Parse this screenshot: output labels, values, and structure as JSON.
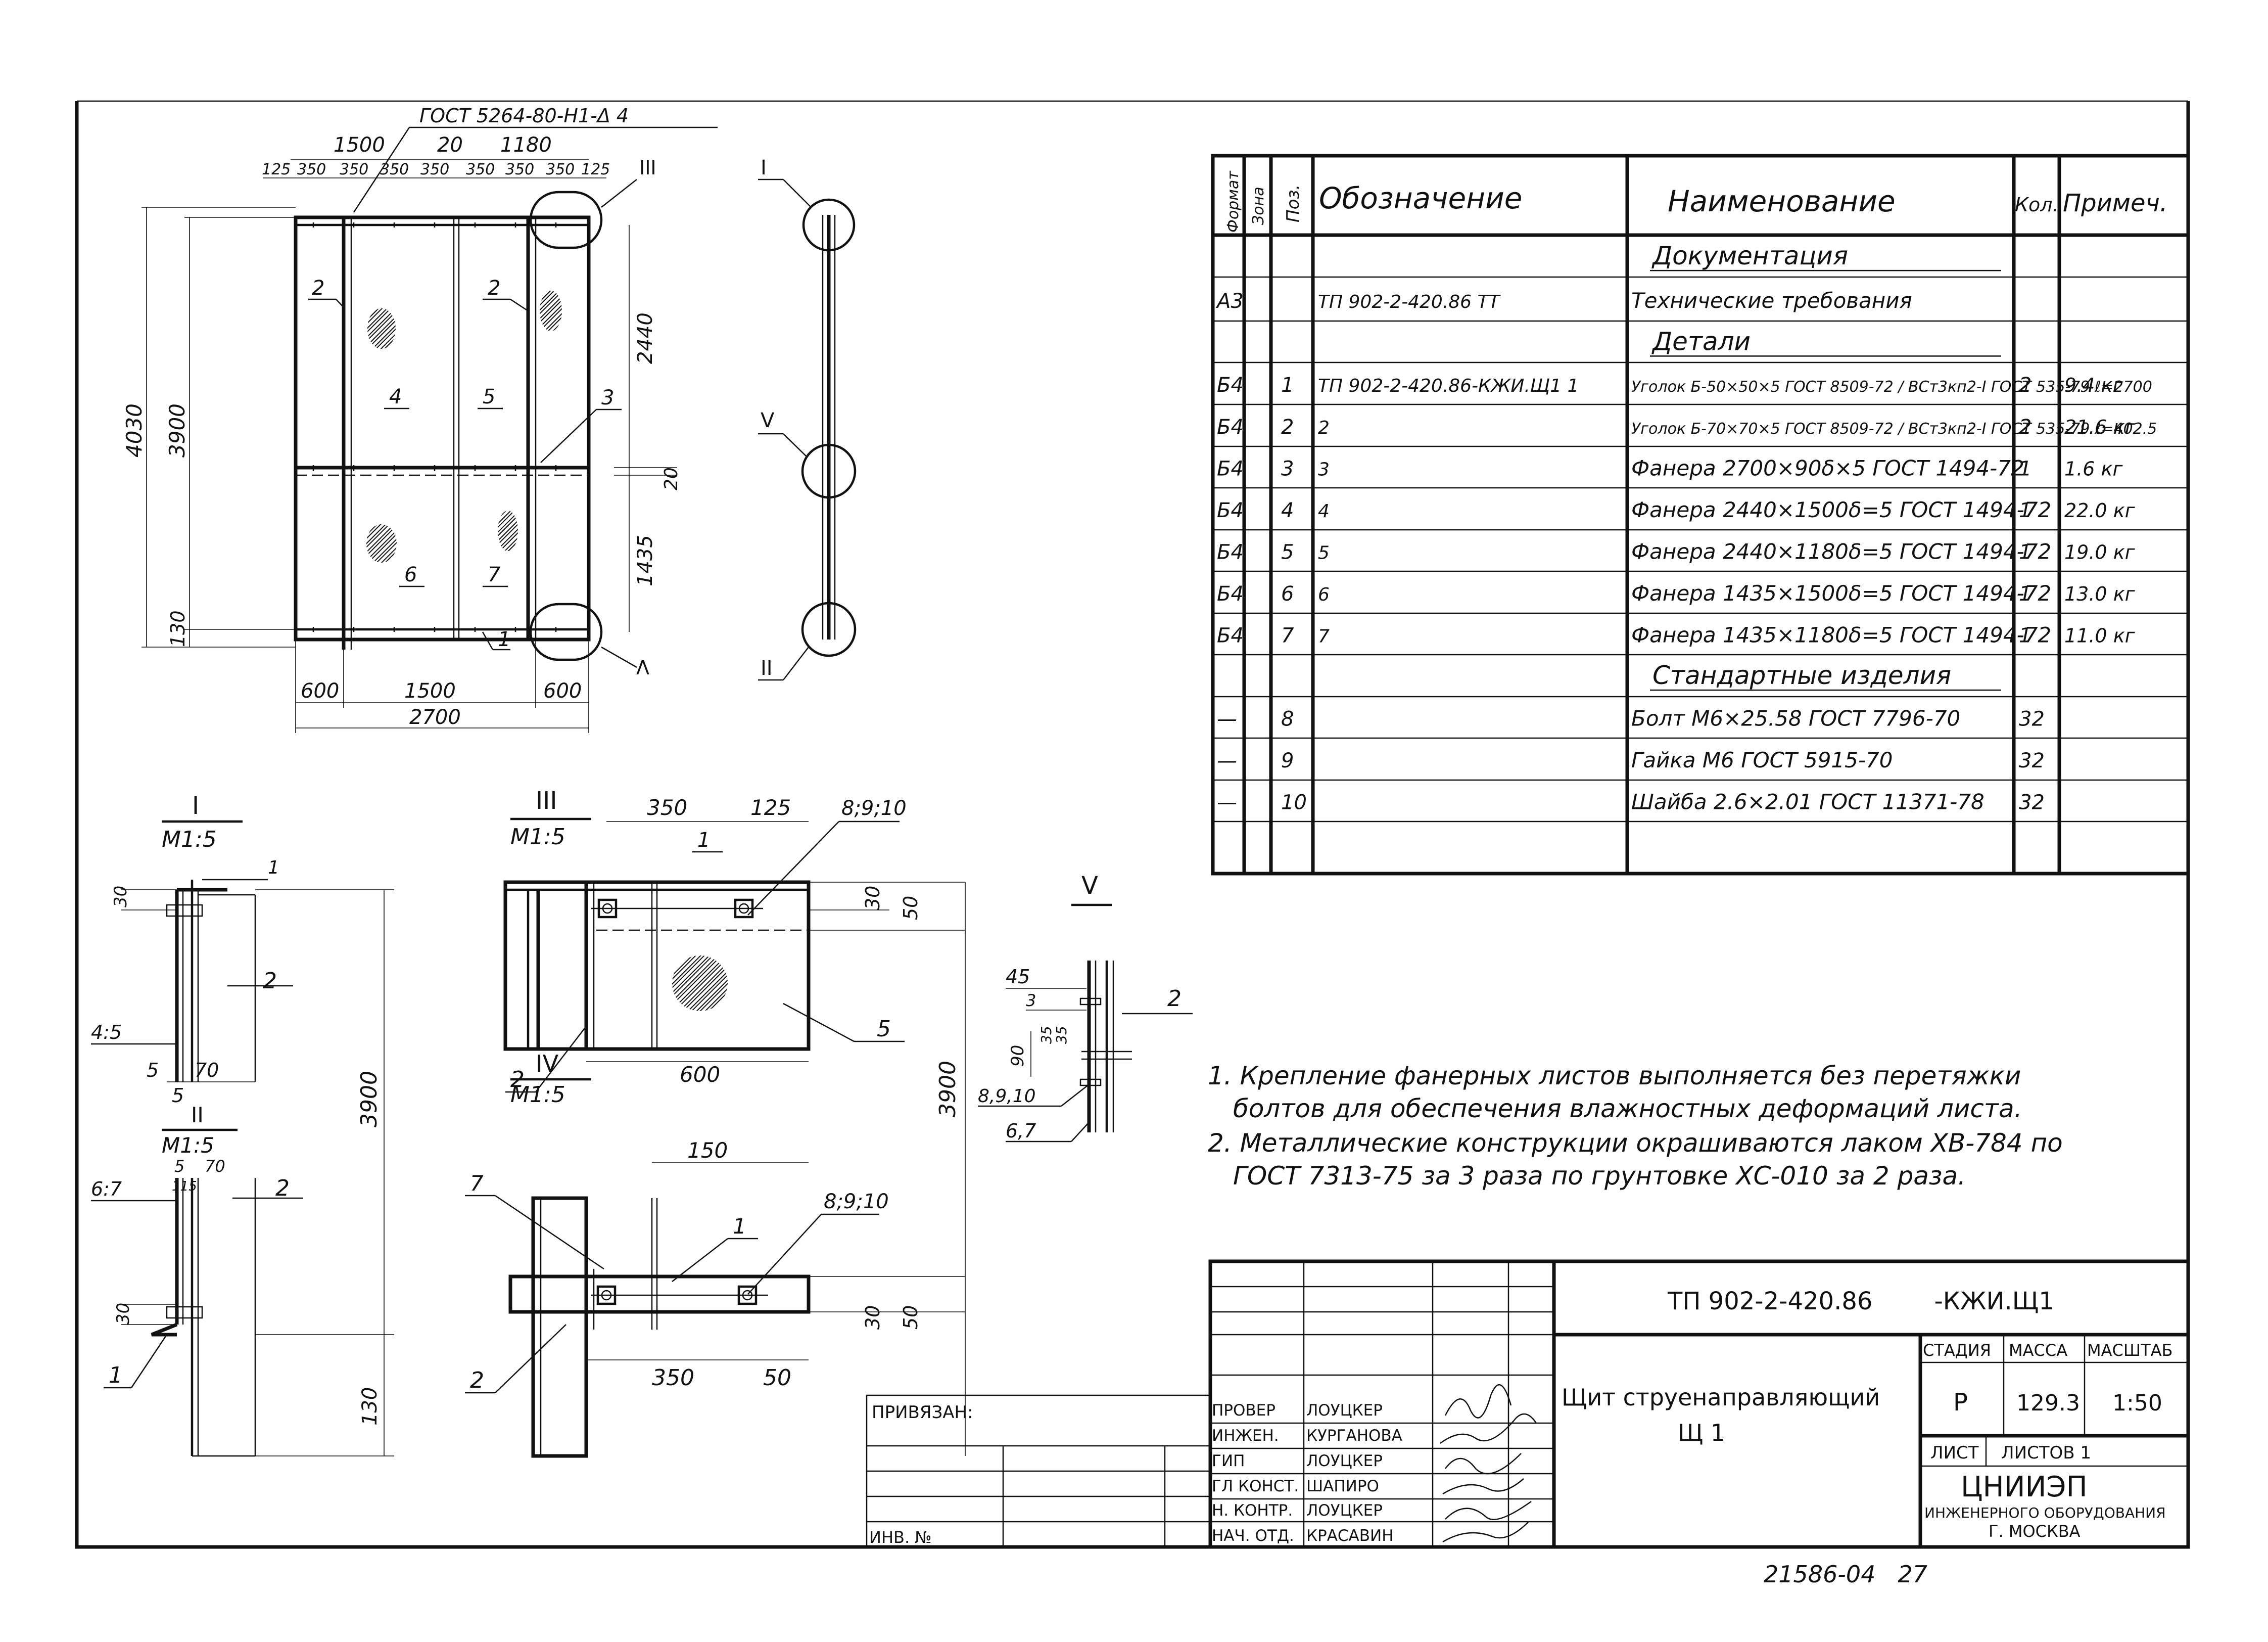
{
  "top_note": "ГОСТ 5264-80-Н1-Δ 4",
  "main_view": {
    "top_dims": [
      "1500",
      "20",
      "1180"
    ],
    "spacing_dims": [
      "125",
      "350",
      "350",
      "350",
      "350",
      "350",
      "350",
      "350",
      "125"
    ],
    "right_dims": [
      "2440",
      "20",
      "1435"
    ],
    "left_dims": [
      "4030",
      "3900",
      "130"
    ],
    "bottom_dims": [
      "600",
      "1500",
      "600",
      "2700"
    ],
    "position_labels": [
      "2",
      "2",
      "3",
      "4",
      "5",
      "6",
      "7",
      "1"
    ],
    "callouts": [
      "III",
      "V"
    ]
  },
  "side_view": {
    "callouts": [
      "I",
      "V",
      "II"
    ]
  },
  "detail_I": {
    "title": "I",
    "scale": "М1:5",
    "dims": [
      "30",
      "4:5",
      "5",
      "70",
      "5",
      "3900"
    ],
    "labels": [
      "1",
      "2"
    ]
  },
  "detail_II": {
    "title": "II",
    "scale": "М1:5",
    "dims": [
      "5",
      "70",
      "6:7",
      "115",
      "30",
      "130"
    ],
    "labels": [
      "2",
      "1"
    ]
  },
  "detail_III": {
    "title": "III",
    "scale": "М1:5",
    "dims": [
      "350",
      "125",
      "30",
      "50",
      "600"
    ],
    "labels": [
      "8;9;10",
      "1",
      "5",
      "2"
    ]
  },
  "detail_IV": {
    "title": "IV",
    "scale": "М1:5",
    "dims": [
      "150",
      "30",
      "50",
      "350",
      "50",
      "3900"
    ],
    "labels": [
      "7",
      "1",
      "8;9;10",
      "2"
    ]
  },
  "detail_V": {
    "title": "V",
    "dims": [
      "45",
      "3",
      "90",
      "35",
      "35"
    ],
    "labels": [
      "2",
      "8,9,10",
      "6,7"
    ]
  },
  "spec": {
    "headers": [
      "Формат",
      "Зона",
      "Поз.",
      "Обозначение",
      "Наименование",
      "Кол.",
      "Примеч."
    ],
    "rows": [
      {
        "fmt": "",
        "zone": "",
        "pos": "",
        "des": "",
        "name": "Документация",
        "qty": "",
        "note": ""
      },
      {
        "fmt": "А3",
        "zone": "",
        "pos": "",
        "des": "ТП 902-2-420.86   ТТ",
        "name": "Технические требования",
        "qty": "",
        "note": ""
      },
      {
        "fmt": "",
        "zone": "",
        "pos": "",
        "des": "",
        "name": "Детали",
        "qty": "",
        "note": ""
      },
      {
        "fmt": "Б4",
        "zone": "",
        "pos": "1",
        "des": "ТП 902-2-420.86-КЖИ.Щ1   1",
        "name": "Уголок Б-50×50×5 ГОСТ 8509-72 / ВСт3кп2-I ГОСТ 535-79  ℓ=2700",
        "qty": "2",
        "note": "9.4 кг"
      },
      {
        "fmt": "Б4",
        "zone": "",
        "pos": "2",
        "des": "2",
        "name": "Уголок Б-70×70×5 ГОСТ 8509-72 / ВСт3кп2-I ГОСТ 535-79  ℓ=402.5",
        "qty": "2",
        "note": "21.6 кг"
      },
      {
        "fmt": "Б4",
        "zone": "",
        "pos": "3",
        "des": "3",
        "name": "Фанера 2700×90δ×5 ГОСТ 1494-72",
        "qty": "1",
        "note": "1.6 кг"
      },
      {
        "fmt": "Б4",
        "zone": "",
        "pos": "4",
        "des": "4",
        "name": "Фанера 2440×1500δ=5 ГОСТ 1494-72",
        "qty": "1",
        "note": "22.0 кг"
      },
      {
        "fmt": "Б4",
        "zone": "",
        "pos": "5",
        "des": "5",
        "name": "Фанера 2440×1180δ=5 ГОСТ 1494-72",
        "qty": "1",
        "note": "19.0 кг"
      },
      {
        "fmt": "Б4",
        "zone": "",
        "pos": "6",
        "des": "6",
        "name": "Фанера 1435×1500δ=5 ГОСТ 1494-72",
        "qty": "1",
        "note": "13.0 кг"
      },
      {
        "fmt": "Б4",
        "zone": "",
        "pos": "7",
        "des": "7",
        "name": "Фанера 1435×1180δ=5 ГОСТ 1494-72",
        "qty": "1",
        "note": "11.0 кг"
      },
      {
        "fmt": "",
        "zone": "",
        "pos": "",
        "des": "",
        "name": "Стандартные изделия",
        "qty": "",
        "note": ""
      },
      {
        "fmt": "—",
        "zone": "",
        "pos": "8",
        "des": "",
        "name": "Болт М6×25.58 ГОСТ 7796-70",
        "qty": "32",
        "note": ""
      },
      {
        "fmt": "—",
        "zone": "",
        "pos": "9",
        "des": "",
        "name": "Гайка М6 ГОСТ 5915-70",
        "qty": "32",
        "note": ""
      },
      {
        "fmt": "—",
        "zone": "",
        "pos": "10",
        "des": "",
        "name": "Шайба 2.6×2.01 ГОСТ 11371-78",
        "qty": "32",
        "note": ""
      },
      {
        "fmt": "",
        "zone": "",
        "pos": "",
        "des": "",
        "name": "",
        "qty": "",
        "note": ""
      }
    ]
  },
  "notes": [
    "1. Крепление фанерных листов выполняется без перетяжки",
    "болтов для обеспечения влажностных деформаций листа.",
    "2. Металлические конструкции окрашиваются лаком ХВ-784 по",
    "ГОСТ 7313-75 за 3 раза по грунтовке ХС-010 за 2 раза."
  ],
  "title_block": {
    "doc_code": "ТП 902-2-420.86        -КЖИ.Щ1",
    "title_line1": "Щит струенаправляющий",
    "title_line2": "Щ 1",
    "stage_label": "СТАДИЯ",
    "mass_label": "МАССА",
    "scale_label": "МАСШТАБ",
    "stage": "Р",
    "mass": "129.3",
    "scale": "1:50",
    "sheet_label": "ЛИСТ",
    "sheets_label": "ЛИСТОВ 1",
    "org1": "ЦНИИЭП",
    "org2": "ИНЖЕНЕРНОГО ОБОРУДОВАНИЯ",
    "org3": "Г. МОСКВА",
    "bound_label": "ПРИВЯЗАН:",
    "inv_label": "ИНВ. №",
    "signers": [
      {
        "role": "ПРОВЕР",
        "name": "ЛОУЦКЕР"
      },
      {
        "role": "ИНЖЕН.",
        "name": "КУРГАНОВА"
      },
      {
        "role": "ГИП",
        "name": "ЛОУЦКЕР"
      },
      {
        "role": "ГЛ КОНСТ.",
        "name": "ШАПИРО"
      },
      {
        "role": "Н. КОНТР.",
        "name": "ЛОУЦКЕР"
      },
      {
        "role": "НАЧ. ОТД.",
        "name": "КРАСАВИН"
      }
    ]
  },
  "archive_no": "21586-04   27"
}
